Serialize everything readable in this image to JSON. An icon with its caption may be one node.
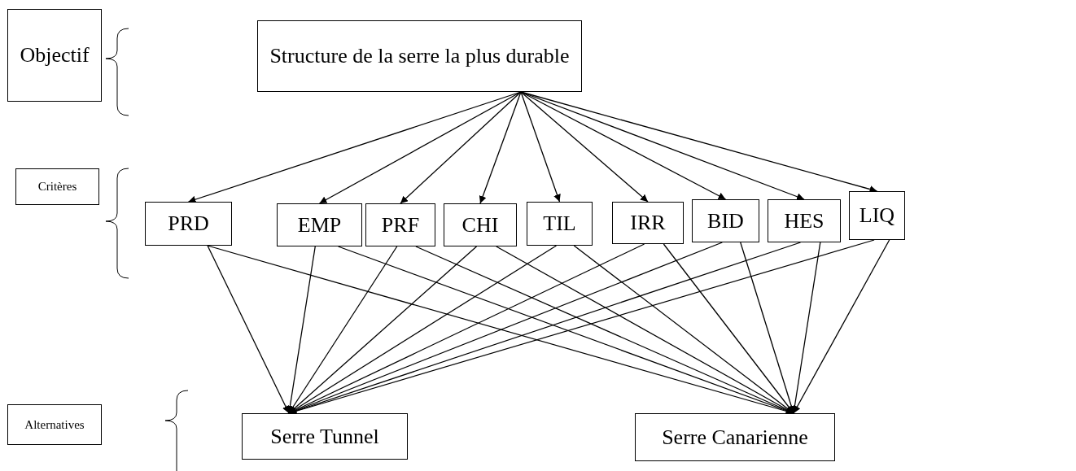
{
  "diagram": {
    "nodes": [
      {
        "text": [
          "Objectif"
        ]
      },
      {
        "text": [
          "Structure de la serre la plus durable"
        ]
      },
      {
        "text": [
          "Critères"
        ]
      },
      {
        "text": [
          "PRD"
        ]
      },
      {
        "text": [
          "EMP"
        ]
      },
      {
        "text": [
          "PRF"
        ]
      },
      {
        "text": [
          "CHI"
        ]
      },
      {
        "text": [
          "TIL"
        ]
      },
      {
        "text": [
          "IRR"
        ]
      },
      {
        "text": [
          "BID"
        ]
      },
      {
        "text": [
          "HES"
        ]
      },
      {
        "text": [
          "LIQ"
        ]
      },
      {
        "text": [
          "Alternatives"
        ]
      },
      {
        "text": [
          "Serre Tunnel"
        ]
      },
      {
        "text": [
          "Serre Canarienne"
        ]
      }
    ],
    "edges": [
      {
        "from": 1,
        "to": 3,
        "arrow": "to"
      },
      {
        "from": 1,
        "to": 4,
        "arrow": "to"
      },
      {
        "from": 1,
        "to": 5,
        "arrow": "to"
      },
      {
        "from": 1,
        "to": 6,
        "arrow": "to"
      },
      {
        "from": 1,
        "to": 7,
        "arrow": "to"
      },
      {
        "from": 1,
        "to": 8,
        "arrow": "to"
      },
      {
        "from": 1,
        "to": 9,
        "arrow": "to"
      },
      {
        "from": 1,
        "to": 10,
        "arrow": "to"
      },
      {
        "from": 1,
        "to": 11,
        "arrow": "to"
      },
      {
        "from": 3,
        "to": 13,
        "arrow": "to"
      },
      {
        "from": 3,
        "to": 14,
        "arrow": "to"
      },
      {
        "from": 4,
        "to": 13,
        "arrow": "to"
      },
      {
        "from": 4,
        "to": 14,
        "arrow": "to"
      },
      {
        "from": 5,
        "to": 13,
        "arrow": "to"
      },
      {
        "from": 5,
        "to": 14,
        "arrow": "to"
      },
      {
        "from": 6,
        "to": 13,
        "arrow": "to"
      },
      {
        "from": 6,
        "to": 14,
        "arrow": "to"
      },
      {
        "from": 7,
        "to": 13,
        "arrow": "to"
      },
      {
        "from": 7,
        "to": 14,
        "arrow": "to"
      },
      {
        "from": 8,
        "to": 13,
        "arrow": "to"
      },
      {
        "from": 8,
        "to": 14,
        "arrow": "to"
      },
      {
        "from": 9,
        "to": 13,
        "arrow": "to"
      },
      {
        "from": 9,
        "to": 14,
        "arrow": "to"
      },
      {
        "from": 10,
        "to": 13,
        "arrow": "to"
      },
      {
        "from": 10,
        "to": 14,
        "arrow": "to"
      },
      {
        "from": 11,
        "to": 13,
        "arrow": "to"
      },
      {
        "from": 11,
        "to": 14,
        "arrow": "to"
      }
    ]
  }
}
